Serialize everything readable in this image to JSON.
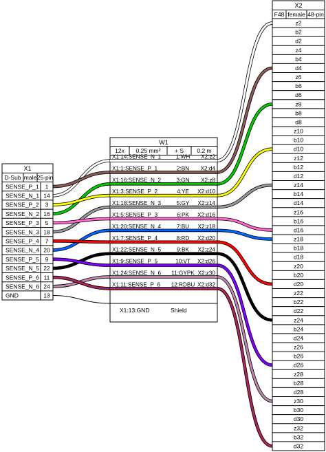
{
  "x1": {
    "title": "X1",
    "specs": [
      "D-Sub",
      "male",
      "25-pin"
    ],
    "pins": [
      {
        "name": "SENSE_P_1",
        "pin": "1"
      },
      {
        "name": "SENSE_N_1",
        "pin": "14"
      },
      {
        "name": "SENSE_P_2",
        "pin": "3"
      },
      {
        "name": "SENSE_N_2",
        "pin": "16"
      },
      {
        "name": "SENSE_P_3",
        "pin": "5"
      },
      {
        "name": "SENSE_N_3",
        "pin": "18"
      },
      {
        "name": "SENSE_P_4",
        "pin": "7"
      },
      {
        "name": "SENSE_N_4",
        "pin": "20"
      },
      {
        "name": "SENSE_P_5",
        "pin": "9"
      },
      {
        "name": "SENSE_N_5",
        "pin": "22"
      },
      {
        "name": "SENSE_P_6",
        "pin": "11"
      },
      {
        "name": "SENSE_N_6",
        "pin": "24"
      },
      {
        "name": "GND",
        "pin": "13"
      }
    ]
  },
  "w1": {
    "title": "W1",
    "specs": [
      "12x",
      "0.25 mm²",
      "+ S",
      "0.2 m"
    ],
    "wires": [
      {
        "from": "X1:14:SENSE_N_1",
        "mid": "1:WH",
        "to": "X2:z2",
        "color": "#ffffff",
        "from_pin": 1,
        "to_row": 0
      },
      {
        "from": "X1:1:SENSE_P_1",
        "mid": "2:BN",
        "to": "X2:d4",
        "color": "#895956",
        "from_pin": 0,
        "to_row": 5
      },
      {
        "from": "X1:16:SENSE_N_2",
        "mid": "3:GN",
        "to": "X2:z8",
        "color": "#00cc00",
        "from_pin": 3,
        "to_row": 9
      },
      {
        "from": "X1:3:SENSE_P_2",
        "mid": "4:YE",
        "to": "X2:d10",
        "color": "#ffff00",
        "from_pin": 2,
        "to_row": 14
      },
      {
        "from": "X1:18:SENSE_N_3",
        "mid": "5:GY",
        "to": "X2:z14",
        "color": "#999999",
        "from_pin": 5,
        "to_row": 18
      },
      {
        "from": "X1:5:SENSE_P_3",
        "mid": "6:PK",
        "to": "X2:d16",
        "color": "#ff66cc",
        "from_pin": 4,
        "to_row": 23
      },
      {
        "from": "X1:20:SENSE_N_4",
        "mid": "7:BU",
        "to": "X2:z18",
        "color": "#0066ff",
        "from_pin": 7,
        "to_row": 24
      },
      {
        "from": "X1:7:SENSE_P_4",
        "mid": "8:RD",
        "to": "X2:d20",
        "color": "#ff0000",
        "from_pin": 6,
        "to_row": 29
      },
      {
        "from": "X1:22:SENSE_N_5",
        "mid": "9:BK",
        "to": "X2:z24",
        "color": "#000000",
        "from_pin": 9,
        "to_row": 33
      },
      {
        "from": "X1:9:SENSE_P_5",
        "mid": "10:VT",
        "to": "X2:d26",
        "color": "#8000ff",
        "from_pin": 8,
        "to_row": 38
      },
      {
        "from": "X1:24:SENSE_N_6",
        "mid": "11:GYPK",
        "to": "X2:z30",
        "color": "#999999",
        "stripe": "#ff66cc",
        "from_pin": 11,
        "to_row": 42
      },
      {
        "from": "X1:11:SENSE_P_6",
        "mid": "12:RDBU",
        "to": "X2:d32",
        "color": "#ff0000",
        "stripe": "#0066ff",
        "from_pin": 10,
        "to_row": 47
      }
    ],
    "shield": {
      "from": "X1:13:GND",
      "label": "Shield"
    }
  },
  "x2": {
    "title": "X2",
    "specs": [
      "F48",
      "female",
      "48-pin"
    ],
    "pins": [
      "z2",
      "b2",
      "d2",
      "z4",
      "b4",
      "d4",
      "z6",
      "b6",
      "d6",
      "z8",
      "b8",
      "d8",
      "z10",
      "b10",
      "d10",
      "z12",
      "b12",
      "d12",
      "z14",
      "b14",
      "d14",
      "z16",
      "b16",
      "d16",
      "z18",
      "b18",
      "d18",
      "z20",
      "b20",
      "d20",
      "z22",
      "b22",
      "d22",
      "z24",
      "b24",
      "d24",
      "z26",
      "b26",
      "d26",
      "z28",
      "b28",
      "d28",
      "z30",
      "b30",
      "d30",
      "z32",
      "b32",
      "d32"
    ]
  }
}
